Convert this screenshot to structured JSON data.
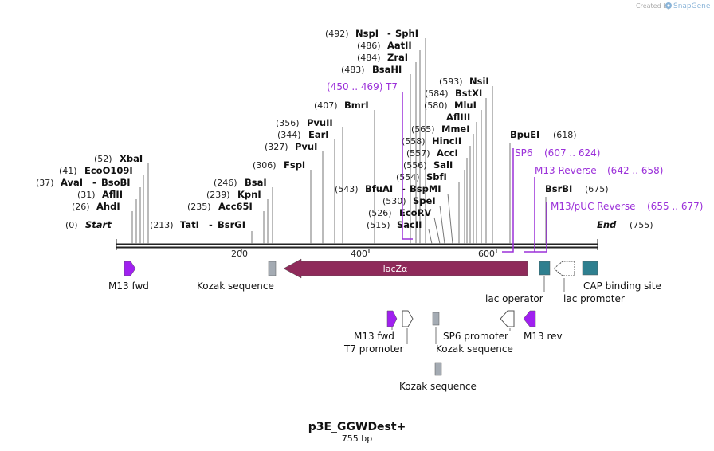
{
  "header": {
    "credit": "Created by",
    "brand": "SnapGene"
  },
  "map": {
    "title": "p3E_GGWDest+",
    "length_label": "755 bp",
    "bp": 755
  },
  "ruler": {
    "ticks": [
      "200",
      "400",
      "600"
    ]
  },
  "ends": [
    {
      "pos": "(0)",
      "name": "Start"
    },
    {
      "pos": "(755)",
      "name": "End"
    }
  ],
  "sites": [
    {
      "pos": "(492)",
      "name": "NspI",
      "name2": "SphI"
    },
    {
      "pos": "(486)",
      "name": "AatII"
    },
    {
      "pos": "(484)",
      "name": "ZraI"
    },
    {
      "pos": "(483)",
      "name": "BsaHI"
    },
    {
      "pos": "(593)",
      "name": "NsiI"
    },
    {
      "pos": "(584)",
      "name": "BstXI"
    },
    {
      "pos": "(580)",
      "name": "MluI"
    },
    {
      "pos": "",
      "name": "AflIII"
    },
    {
      "pos": "(407)",
      "name": "BmrI"
    },
    {
      "pos": "(565)",
      "name": "MmeI"
    },
    {
      "pos": "(356)",
      "name": "PvuII"
    },
    {
      "pos": "(558)",
      "name": "HincII"
    },
    {
      "pos": "(344)",
      "name": "EarI"
    },
    {
      "pos": "(557)",
      "name": "AccI"
    },
    {
      "pos": "(327)",
      "name": "PvuI"
    },
    {
      "pos": "(556)",
      "name": "SalI"
    },
    {
      "pos": "(554)",
      "name": "SbfI"
    },
    {
      "pos": "(306)",
      "name": "FspI"
    },
    {
      "pos": "(543)",
      "name": "BfuAI",
      "name2": "BspMI"
    },
    {
      "pos": "(530)",
      "name": "SpeI"
    },
    {
      "pos": "(526)",
      "name": "EcoRV"
    },
    {
      "pos": "(515)",
      "name": "SacII"
    },
    {
      "pos": "(246)",
      "name": "BsaI"
    },
    {
      "pos": "(239)",
      "name": "KpnI"
    },
    {
      "pos": "(235)",
      "name": "Acc65I"
    },
    {
      "pos": "(213)",
      "name": "TatI",
      "name2": "BsrGI"
    },
    {
      "pos": "(52)",
      "name": "XbaI"
    },
    {
      "pos": "(41)",
      "name": "EcoO109I"
    },
    {
      "pos": "(37)",
      "name": "AvaI",
      "name2": "BsoBI"
    },
    {
      "pos": "(31)",
      "name": "AflII"
    },
    {
      "pos": "(26)",
      "name": "AhdI"
    },
    {
      "pos": "(618)",
      "name": "BpuEI"
    },
    {
      "pos": "(675)",
      "name": "BsrBI"
    }
  ],
  "primers": [
    {
      "name": "T7",
      "range": "(450 .. 469)"
    },
    {
      "name": "SP6",
      "range": "(607 .. 624)"
    },
    {
      "name": "M13 Reverse",
      "range": "(642 .. 658)"
    },
    {
      "name": "M13/pUC Reverse",
      "range": "(655 .. 677)"
    }
  ],
  "features": [
    {
      "label": "M13 fwd"
    },
    {
      "label": "Kozak sequence"
    },
    {
      "label": "lacZα"
    },
    {
      "label": "lac operator"
    },
    {
      "label": "lac promoter"
    },
    {
      "label": "CAP binding site"
    },
    {
      "label": "M13 fwd"
    },
    {
      "label": "T7 promoter"
    },
    {
      "label": "SP6 promoter"
    },
    {
      "label": "Kozak sequence"
    },
    {
      "label": "M13 rev"
    },
    {
      "label": "Kozak sequence"
    }
  ],
  "colors": {
    "primer": "#9b30d9",
    "lacZ": "#8f2a5a",
    "teal": "#2e7f8f",
    "kozak": "#a4abb3",
    "backbone": "#222222"
  }
}
